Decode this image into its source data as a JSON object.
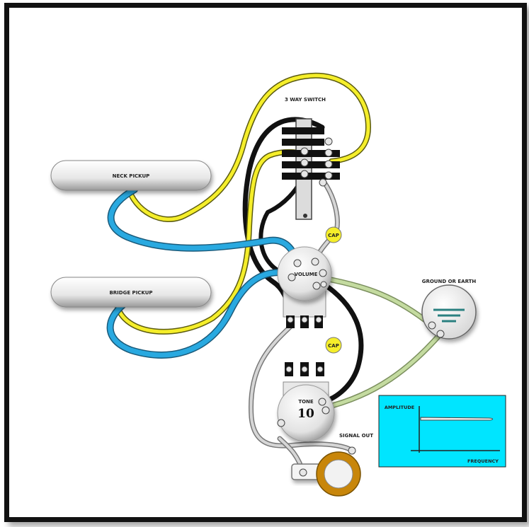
{
  "labels": {
    "switch": "3 WAY SWITCH",
    "neck_pickup": "NECK PICKUP",
    "bridge_pickup": "BRIDGE PICKUP",
    "volume": "VOLUME",
    "tone": "TONE",
    "tone_value": "10",
    "cap_upper": "CAP",
    "cap_lower": "CAP",
    "ground": "GROUND OR EARTH",
    "signal_out": "SIGNAL OUT",
    "amplitude": "AMPLITUDE",
    "frequency": "FREQUENCY"
  },
  "colors": {
    "yellow_wire": "#f5ee2a",
    "blue_wire": "#29a9e0",
    "black_wire": "#111111",
    "grey_wire": "#c8c8c8",
    "green_wire": "#c4dba0",
    "cap_fill": "#f5ee2a",
    "graph_bg": "#00e5ff",
    "jack_ring": "#c8860a"
  }
}
